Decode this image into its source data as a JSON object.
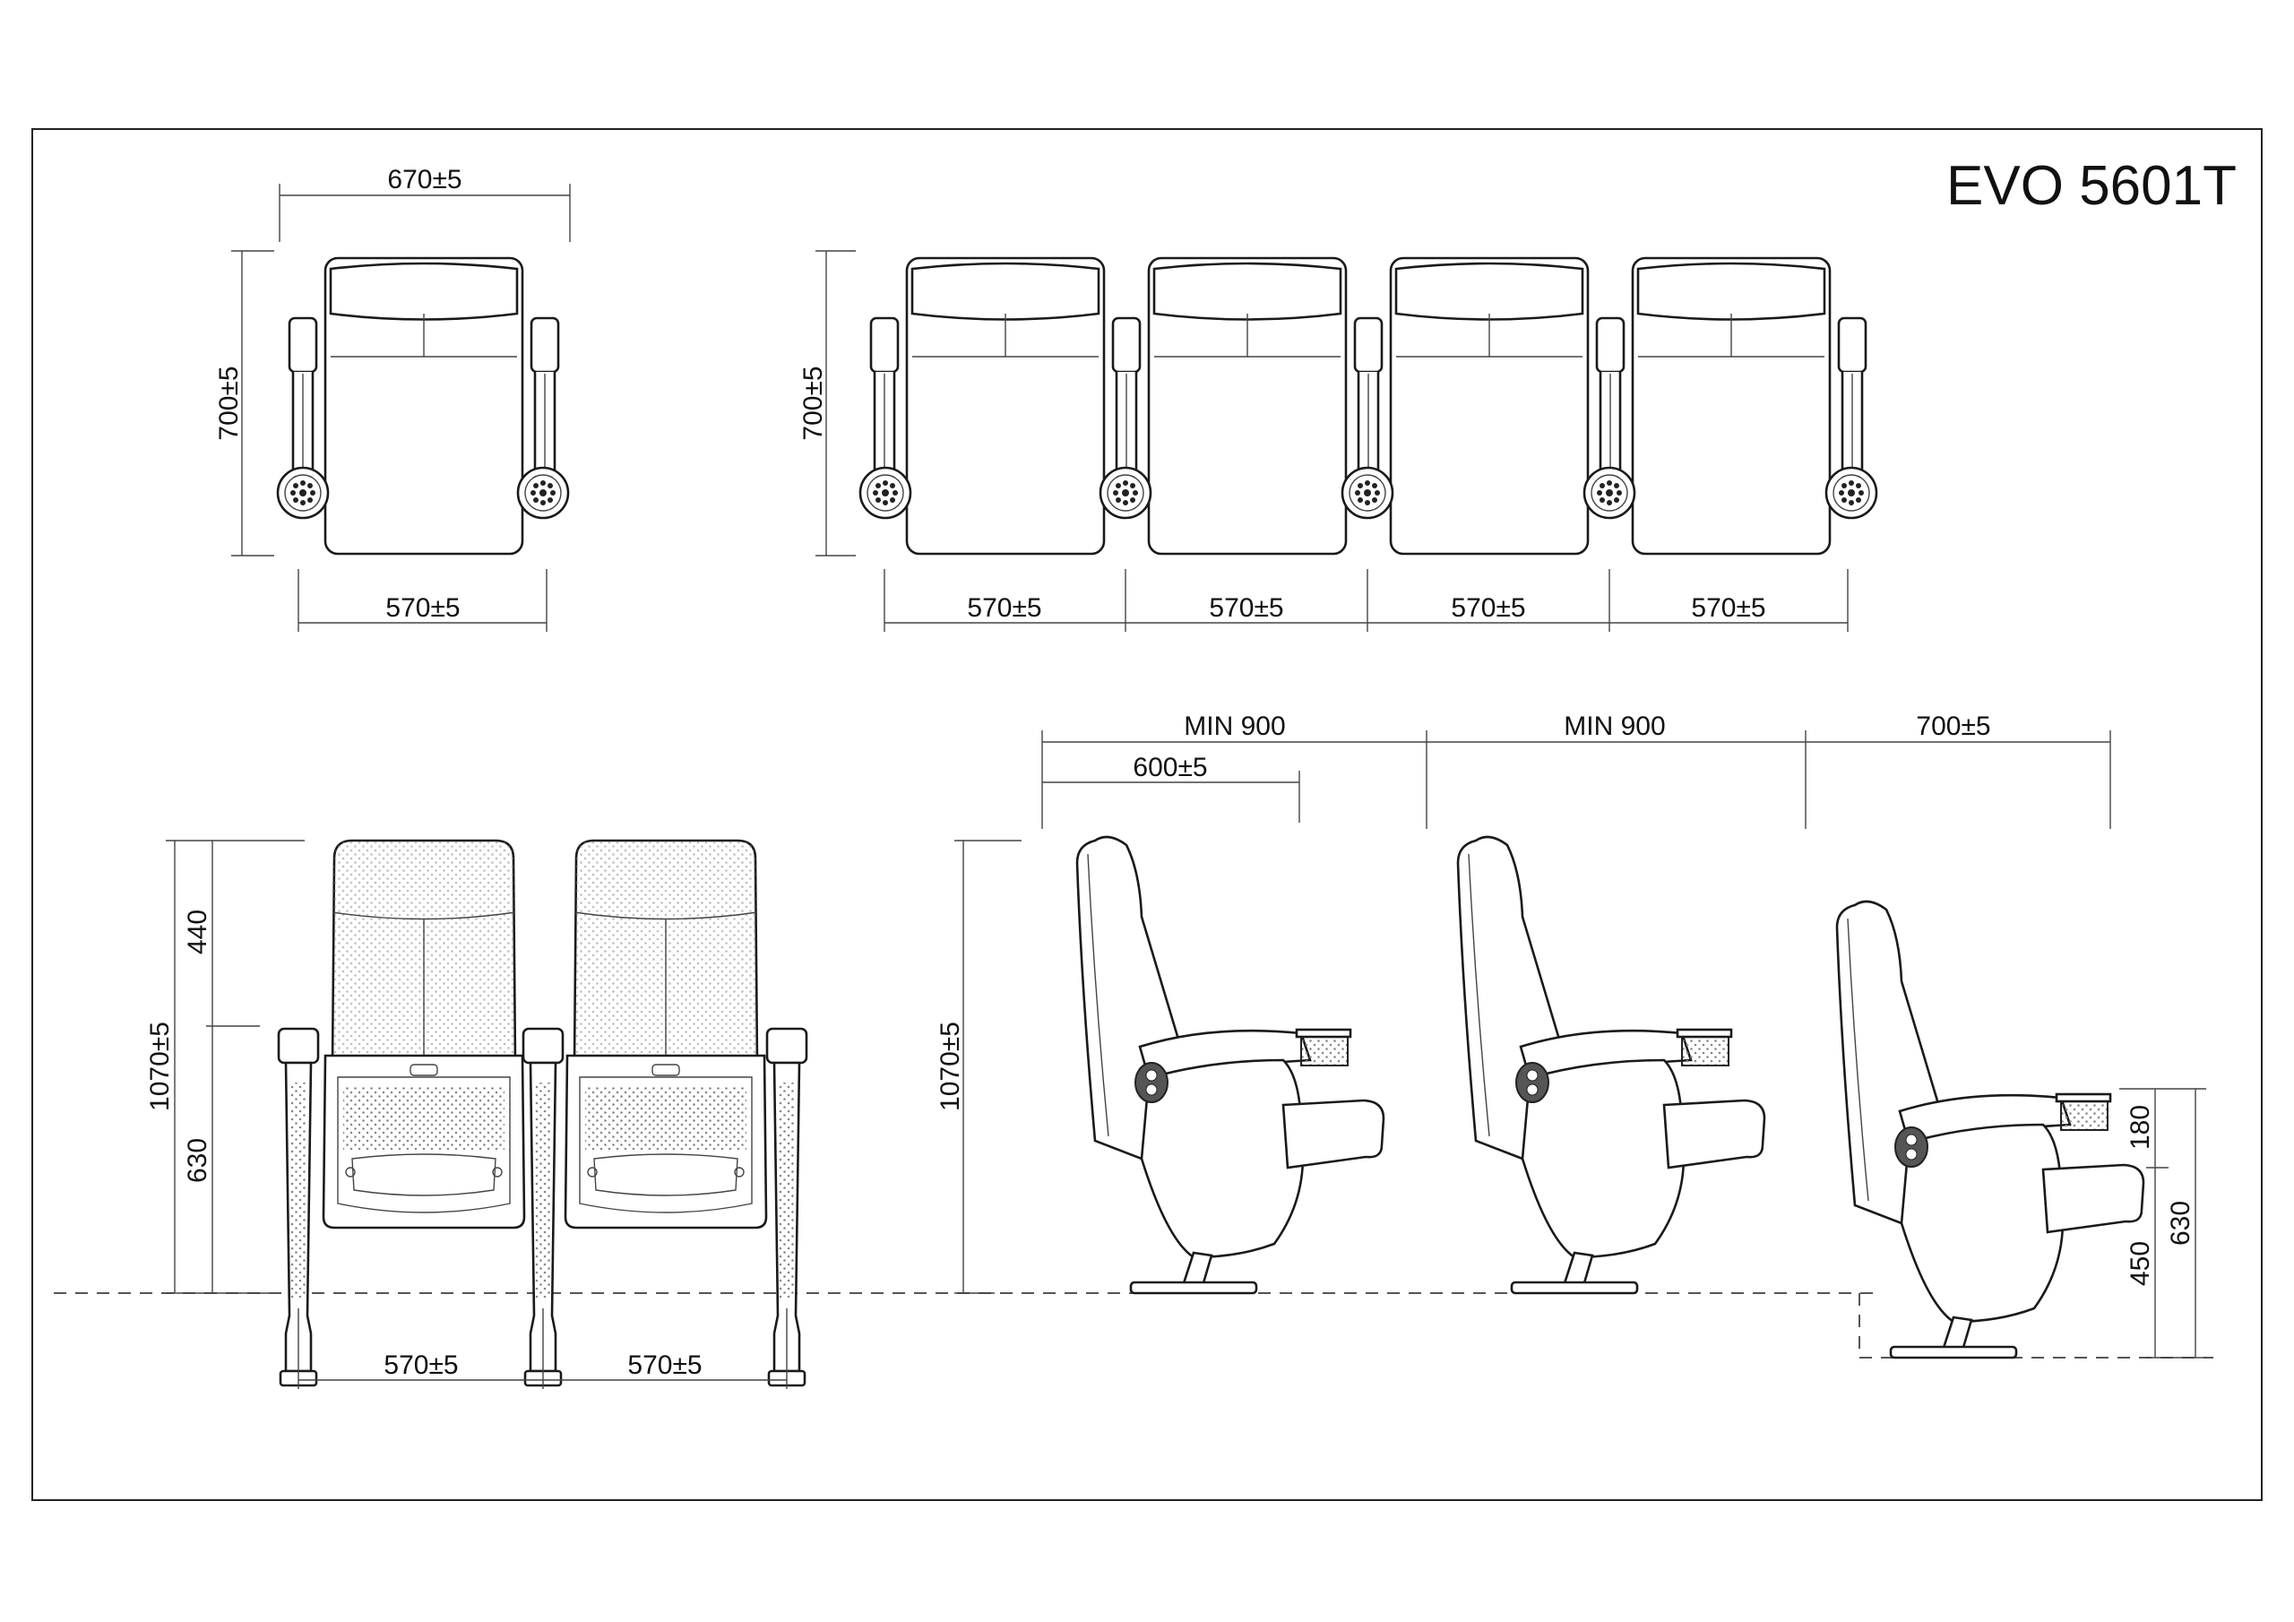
{
  "drawing": {
    "model_title": "EVO 5601T",
    "plan_single": {
      "armrest_width": "670±5",
      "depth": "700±5",
      "seat_pitch": "570±5"
    },
    "plan_row": {
      "depth": "700±5",
      "seat_pitches": [
        "570±5",
        "570±5",
        "570±5",
        "570±5"
      ]
    },
    "front_elevation": {
      "total_height": "1070±5",
      "back_height": "440",
      "armrest_height": "630",
      "seat_pitches": [
        "570±5",
        "570±5"
      ]
    },
    "side_elevation": {
      "total_height": "1070±5",
      "row_spacing_1": "MIN 900",
      "row_spacing_2": "MIN 900",
      "folded_depth": "600±5",
      "last_row_depth": "700±5",
      "step_height": "180",
      "seat_height": "450",
      "armrest_height": "630"
    }
  }
}
